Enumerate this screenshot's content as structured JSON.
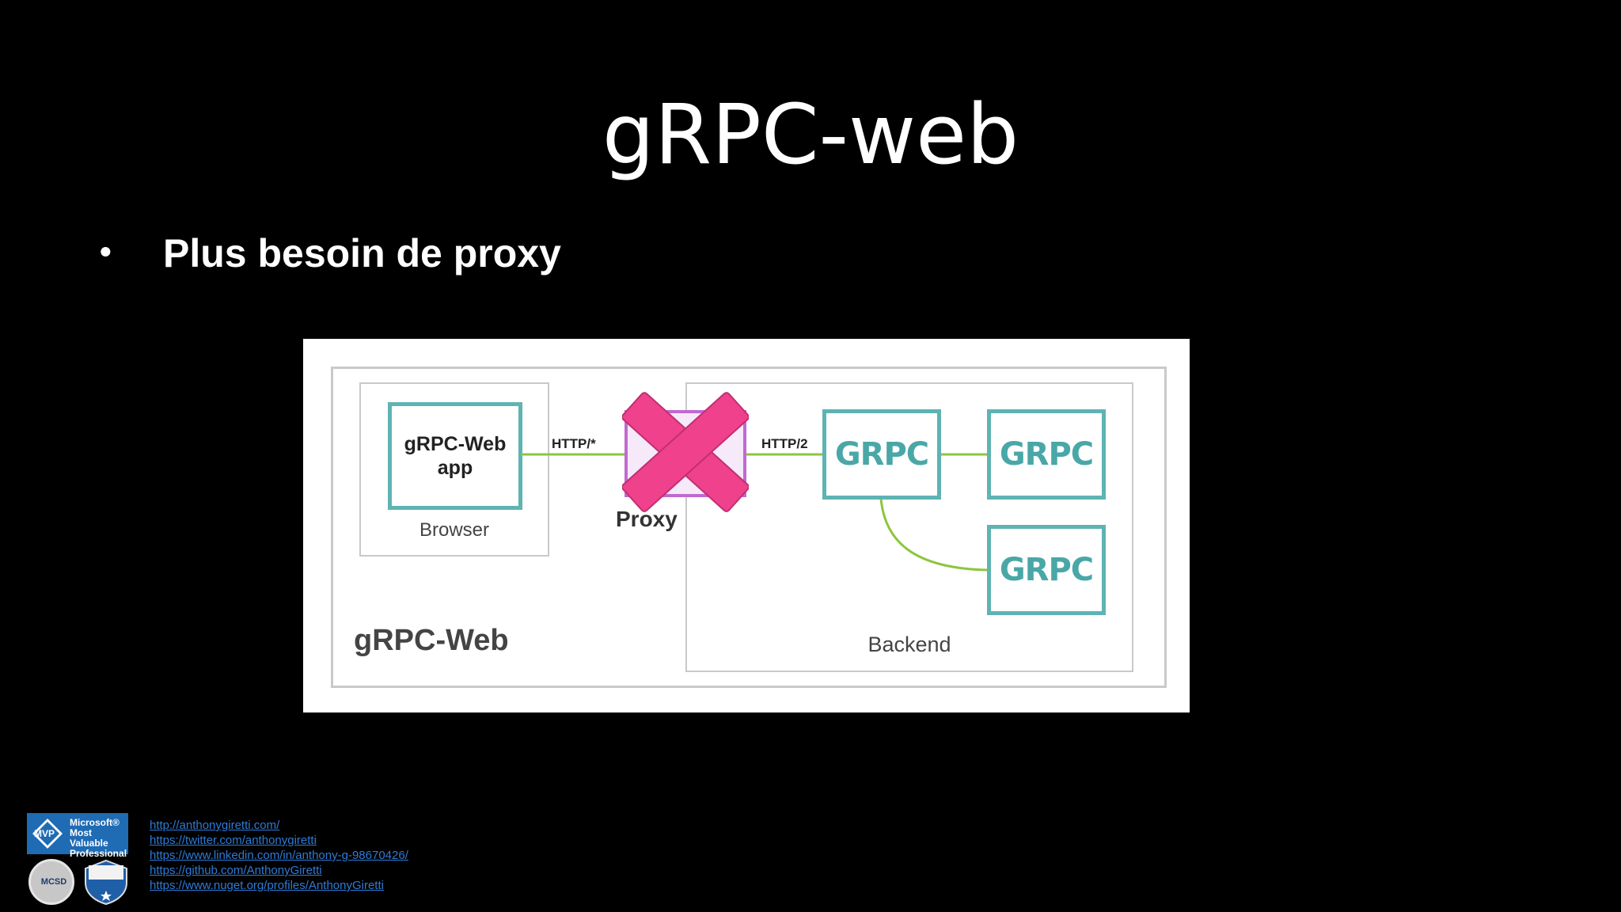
{
  "slide": {
    "title": "gRPC-web",
    "bullet_symbol": "•",
    "bullet_text": "Plus besoin de proxy"
  },
  "diagram": {
    "app_line1": "gRPC-Web",
    "app_line2": "app",
    "browser_label": "Browser",
    "http1_label": "HTTP/*",
    "http2_label": "HTTP/2",
    "proxy_label": "Proxy",
    "grpc_logo_text": "GRPC",
    "container_label": "gRPC-Web",
    "backend_label": "Backend",
    "colors": {
      "teal": "#5fb3b3",
      "green_line": "#8cc63f",
      "x_mark": "#f0418d",
      "proxy_border": "#c06ad0"
    }
  },
  "footer": {
    "mvp_line1": "Microsoft®",
    "mvp_line2": "Most Valuable",
    "mvp_line3": "Professional",
    "mvp_mark": "MVP",
    "badge_mcsd": "MCSD",
    "links": [
      "http://anthonygiretti.com/",
      "https://twitter.com/anthonygiretti",
      "https://www.linkedin.com/in/anthony-g-98670426/",
      "https://github.com/AnthonyGiretti",
      "https://www.nuget.org/profiles/AnthonyGiretti"
    ]
  }
}
